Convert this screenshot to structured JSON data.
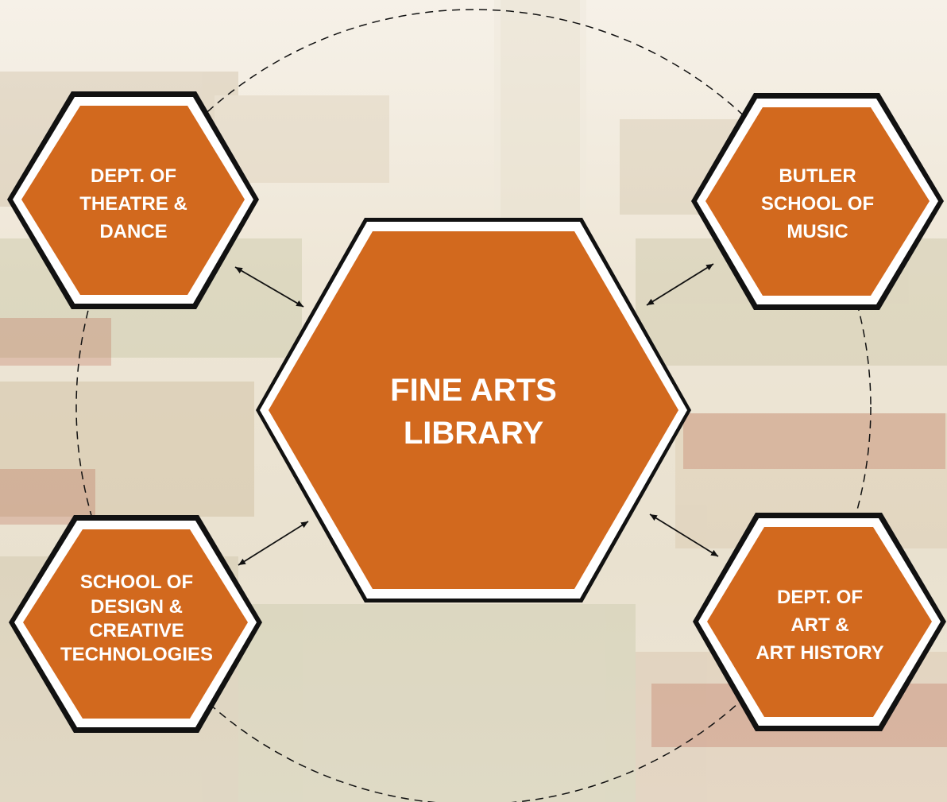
{
  "center": {
    "lines": [
      "FINE ARTS",
      "LIBRARY"
    ]
  },
  "departments": [
    {
      "id": "theatre",
      "lines": [
        "DEPT. OF",
        "THEATRE &",
        "DANCE"
      ]
    },
    {
      "id": "music",
      "lines": [
        "BUTLER",
        "SCHOOL OF",
        "MUSIC"
      ]
    },
    {
      "id": "design",
      "lines": [
        "SCHOOL OF",
        "DESIGN &",
        "CREATIVE",
        "TECHNOLOGIES"
      ]
    },
    {
      "id": "art",
      "lines": [
        "DEPT. OF",
        "ART &",
        "ART HISTORY"
      ]
    }
  ],
  "colors": {
    "hexagon_fill": "#d2691e",
    "hexagon_outline": "#111111",
    "hexagon_gap": "#ffffff",
    "text": "#ffffff",
    "background": "#eee4d4"
  },
  "icons": {
    "connector": "double-headed-arrow"
  }
}
